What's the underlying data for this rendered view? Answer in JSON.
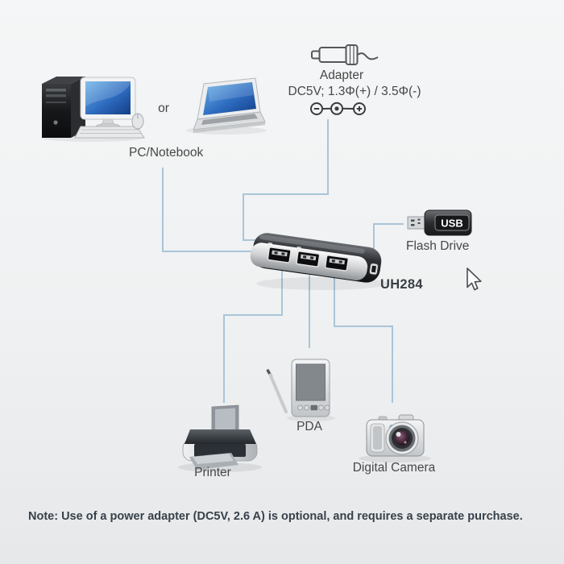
{
  "labels": {
    "or": "or",
    "pc_notebook": "PC/Notebook",
    "adapter": "Adapter",
    "adapter_spec": "DC5V; 1.3Φ(+) / 3.5Φ(-)",
    "usb": "USB",
    "flash_drive": "Flash Drive",
    "model": "UH284",
    "printer": "Printer",
    "pda": "PDA",
    "digital_camera": "Digital Camera",
    "note": "Note: Use of a power adapter (DC5V, 2.6 A) is optional, and requires a separate purchase."
  },
  "icons": {
    "desktop_pc": "desktop-pc-icon",
    "laptop": "laptop-icon",
    "power_adapter": "power-adapter-icon",
    "polarity": "dc-polarity-icon",
    "usb_hub": "usb-hub-icon",
    "usb_flash_drive": "usb-flash-drive-icon",
    "printer": "printer-icon",
    "pda": "pda-icon",
    "digital_camera": "digital-camera-icon",
    "cursor": "mouse-cursor-icon"
  },
  "colors": {
    "background_top": "#f5f6f7",
    "background_bottom": "#e6e8ea",
    "connector_line": "#aac5d7",
    "label_text": "#474747",
    "note_text": "#38414a",
    "screen_blue": "#2e6bbf",
    "device_dark": "#1b1c1e"
  }
}
